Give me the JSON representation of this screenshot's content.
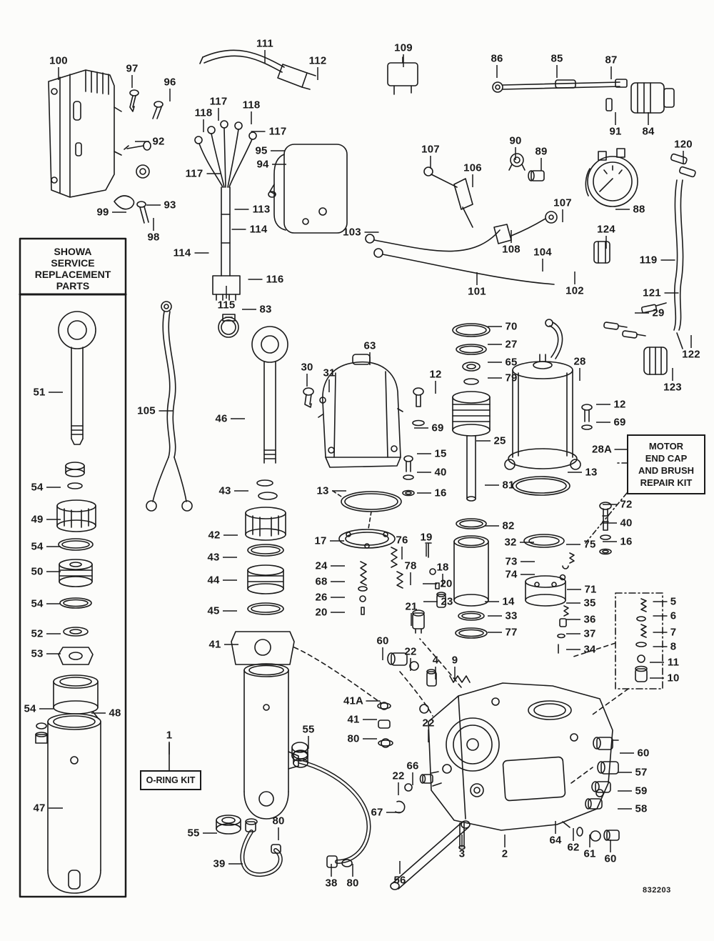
{
  "doc": {
    "number": "832203"
  },
  "boxes": {
    "showa": {
      "lines": [
        "SHOWA",
        "SERVICE",
        "REPLACEMENT",
        "PARTS"
      ]
    },
    "motor_kit": {
      "lines": [
        "MOTOR",
        "END CAP",
        "AND BRUSH",
        "REPAIR KIT"
      ]
    },
    "oring_kit": {
      "lines": [
        "O-RING KIT"
      ]
    }
  },
  "ink_color": "#1a1a1a",
  "paper_color": "#fcfcfa",
  "callouts": [
    [
      "100",
      82,
      85,
      "d"
    ],
    [
      "97",
      185,
      96,
      "d"
    ],
    [
      "96",
      238,
      115,
      "d"
    ],
    [
      "111",
      371,
      61,
      "d"
    ],
    [
      "112",
      445,
      85,
      "d"
    ],
    [
      "109",
      565,
      67,
      "d"
    ],
    [
      "86",
      696,
      82,
      "d"
    ],
    [
      "85",
      780,
      82,
      "d"
    ],
    [
      "87",
      856,
      84,
      "d"
    ],
    [
      "117",
      306,
      142,
      "d"
    ],
    [
      "118",
      285,
      158,
      "d"
    ],
    [
      "118",
      352,
      147,
      "d"
    ],
    [
      "117",
      389,
      184,
      "l"
    ],
    [
      "92",
      222,
      198,
      "l"
    ],
    [
      "95",
      366,
      211,
      "r"
    ],
    [
      "94",
      368,
      230,
      "r"
    ],
    [
      "91",
      862,
      184,
      "u"
    ],
    [
      "84",
      908,
      184,
      "u"
    ],
    [
      "90",
      722,
      197,
      "d"
    ],
    [
      "89",
      758,
      212,
      "d"
    ],
    [
      "107",
      603,
      209,
      "d"
    ],
    [
      "106",
      662,
      235,
      "d"
    ],
    [
      "120",
      957,
      202,
      "d"
    ],
    [
      "117",
      272,
      243,
      "r"
    ],
    [
      "99",
      144,
      297,
      "r"
    ],
    [
      "93",
      238,
      287,
      "l"
    ],
    [
      "113",
      366,
      293,
      "l"
    ],
    [
      "107",
      788,
      284,
      "d"
    ],
    [
      "88",
      895,
      293,
      "l"
    ],
    [
      "98",
      215,
      332,
      "u"
    ],
    [
      "114",
      362,
      321,
      "l"
    ],
    [
      "103",
      493,
      325,
      "r"
    ],
    [
      "108",
      716,
      349,
      "u"
    ],
    [
      "104",
      760,
      353,
      "d"
    ],
    [
      "124",
      849,
      321,
      "d"
    ],
    [
      "119",
      908,
      364,
      "r"
    ],
    [
      "114",
      255,
      354,
      "r"
    ],
    [
      "116",
      385,
      391,
      "l"
    ],
    [
      "101",
      668,
      408,
      "u"
    ],
    [
      "102",
      805,
      407,
      "u"
    ],
    [
      "121",
      913,
      410,
      "r"
    ],
    [
      "115",
      317,
      427,
      "u"
    ],
    [
      "83",
      372,
      433,
      "l"
    ],
    [
      "29",
      922,
      438,
      "l"
    ],
    [
      "122",
      968,
      496,
      "u"
    ],
    [
      "123",
      942,
      542,
      "u"
    ],
    [
      "63",
      518,
      484,
      "d"
    ],
    [
      "70",
      716,
      457,
      "l"
    ],
    [
      "27",
      716,
      482,
      "l"
    ],
    [
      "65",
      716,
      507,
      "l"
    ],
    [
      "79",
      716,
      529,
      "l"
    ],
    [
      "28",
      812,
      506,
      "d"
    ],
    [
      "30",
      430,
      514,
      "d"
    ],
    [
      "31",
      461,
      522,
      "d"
    ],
    [
      "12",
      610,
      524,
      "d"
    ],
    [
      "51",
      55,
      549,
      "r"
    ],
    [
      "105",
      205,
      575,
      "r"
    ],
    [
      "46",
      310,
      586,
      "r"
    ],
    [
      "12",
      868,
      566,
      "l"
    ],
    [
      "69",
      868,
      591,
      "l"
    ],
    [
      "69",
      613,
      599,
      "l"
    ],
    [
      "25",
      700,
      617,
      "l"
    ],
    [
      "28A",
      843,
      629,
      "r"
    ],
    [
      "15",
      617,
      635,
      "l"
    ],
    [
      "40",
      617,
      661,
      "l"
    ],
    [
      "13",
      828,
      661,
      "l"
    ],
    [
      "16",
      617,
      690,
      "l"
    ],
    [
      "13",
      452,
      687,
      "r"
    ],
    [
      "81",
      712,
      679,
      "l"
    ],
    [
      "54",
      52,
      682,
      "r"
    ],
    [
      "72",
      877,
      706,
      "l"
    ],
    [
      "49",
      52,
      727,
      "r"
    ],
    [
      "82",
      712,
      736,
      "l"
    ],
    [
      "40",
      877,
      732,
      "l"
    ],
    [
      "32",
      715,
      759,
      "r"
    ],
    [
      "75",
      826,
      762,
      "l"
    ],
    [
      "54",
      52,
      765,
      "r"
    ],
    [
      "16",
      877,
      758,
      "l"
    ],
    [
      "17",
      449,
      757,
      "r"
    ],
    [
      "76",
      563,
      756,
      "d"
    ],
    [
      "19",
      597,
      752,
      "d"
    ],
    [
      "73",
      716,
      786,
      "r"
    ],
    [
      "74",
      716,
      804,
      "r"
    ],
    [
      "50",
      52,
      800,
      "r"
    ],
    [
      "24",
      450,
      792,
      "r"
    ],
    [
      "78",
      575,
      792,
      "d"
    ],
    [
      "18",
      620,
      794,
      "d"
    ],
    [
      "68",
      450,
      814,
      "r"
    ],
    [
      "71",
      827,
      825,
      "l"
    ],
    [
      "26",
      450,
      836,
      "r"
    ],
    [
      "20",
      450,
      857,
      "r"
    ],
    [
      "20",
      625,
      817,
      "l"
    ],
    [
      "23",
      626,
      842,
      "l"
    ],
    [
      "54",
      52,
      845,
      "r"
    ],
    [
      "45",
      299,
      855,
      "r"
    ],
    [
      "21",
      576,
      849,
      "d"
    ],
    [
      "14",
      712,
      842,
      "l"
    ],
    [
      "33",
      716,
      862,
      "l"
    ],
    [
      "77",
      716,
      885,
      "l"
    ],
    [
      "35",
      826,
      844,
      "l"
    ],
    [
      "36",
      826,
      867,
      "l"
    ],
    [
      "37",
      826,
      887,
      "l"
    ],
    [
      "34",
      826,
      909,
      "l"
    ],
    [
      "5",
      943,
      842,
      "l"
    ],
    [
      "6",
      943,
      862,
      "l"
    ],
    [
      "7",
      943,
      885,
      "l"
    ],
    [
      "8",
      943,
      905,
      "l"
    ],
    [
      "11",
      943,
      927,
      "l"
    ],
    [
      "10",
      943,
      949,
      "l"
    ],
    [
      "42",
      300,
      749,
      "r"
    ],
    [
      "43",
      315,
      687,
      "r"
    ],
    [
      "43",
      299,
      780,
      "r"
    ],
    [
      "44",
      299,
      812,
      "r"
    ],
    [
      "41",
      301,
      902,
      "r"
    ],
    [
      "52",
      52,
      887,
      "r"
    ],
    [
      "53",
      52,
      915,
      "r"
    ],
    [
      "60",
      536,
      897,
      "d"
    ],
    [
      "22",
      575,
      912,
      "d"
    ],
    [
      "4",
      610,
      924,
      "d"
    ],
    [
      "9",
      637,
      924,
      "d"
    ],
    [
      "54",
      42,
      992,
      "r"
    ],
    [
      "48",
      161,
      998,
      "l"
    ],
    [
      "41A",
      495,
      981,
      "r"
    ],
    [
      "41",
      495,
      1007,
      "r"
    ],
    [
      "80",
      495,
      1034,
      "r"
    ],
    [
      "1",
      237,
      1029,
      "d"
    ],
    [
      "55",
      432,
      1021,
      "d"
    ],
    [
      "22",
      600,
      1012,
      "d"
    ],
    [
      "66",
      578,
      1072,
      "d"
    ],
    [
      "22",
      558,
      1086,
      "d"
    ],
    [
      "57",
      898,
      1081,
      "l"
    ],
    [
      "60",
      901,
      1054,
      "l"
    ],
    [
      "59",
      898,
      1107,
      "l"
    ],
    [
      "58",
      898,
      1132,
      "l"
    ],
    [
      "67",
      528,
      1137,
      "r"
    ],
    [
      "47",
      55,
      1131,
      "r"
    ],
    [
      "55",
      271,
      1166,
      "r"
    ],
    [
      "80",
      390,
      1149,
      "d"
    ],
    [
      "39",
      307,
      1209,
      "r"
    ],
    [
      "38",
      464,
      1236,
      "u"
    ],
    [
      "80",
      494,
      1236,
      "u"
    ],
    [
      "56",
      560,
      1232,
      "u"
    ],
    [
      "3",
      647,
      1195,
      "u"
    ],
    [
      "2",
      707,
      1195,
      "u"
    ],
    [
      "64",
      778,
      1176,
      "u"
    ],
    [
      "62",
      803,
      1186,
      "u"
    ],
    [
      "61",
      826,
      1195,
      "u"
    ],
    [
      "60",
      855,
      1202,
      "u"
    ]
  ]
}
